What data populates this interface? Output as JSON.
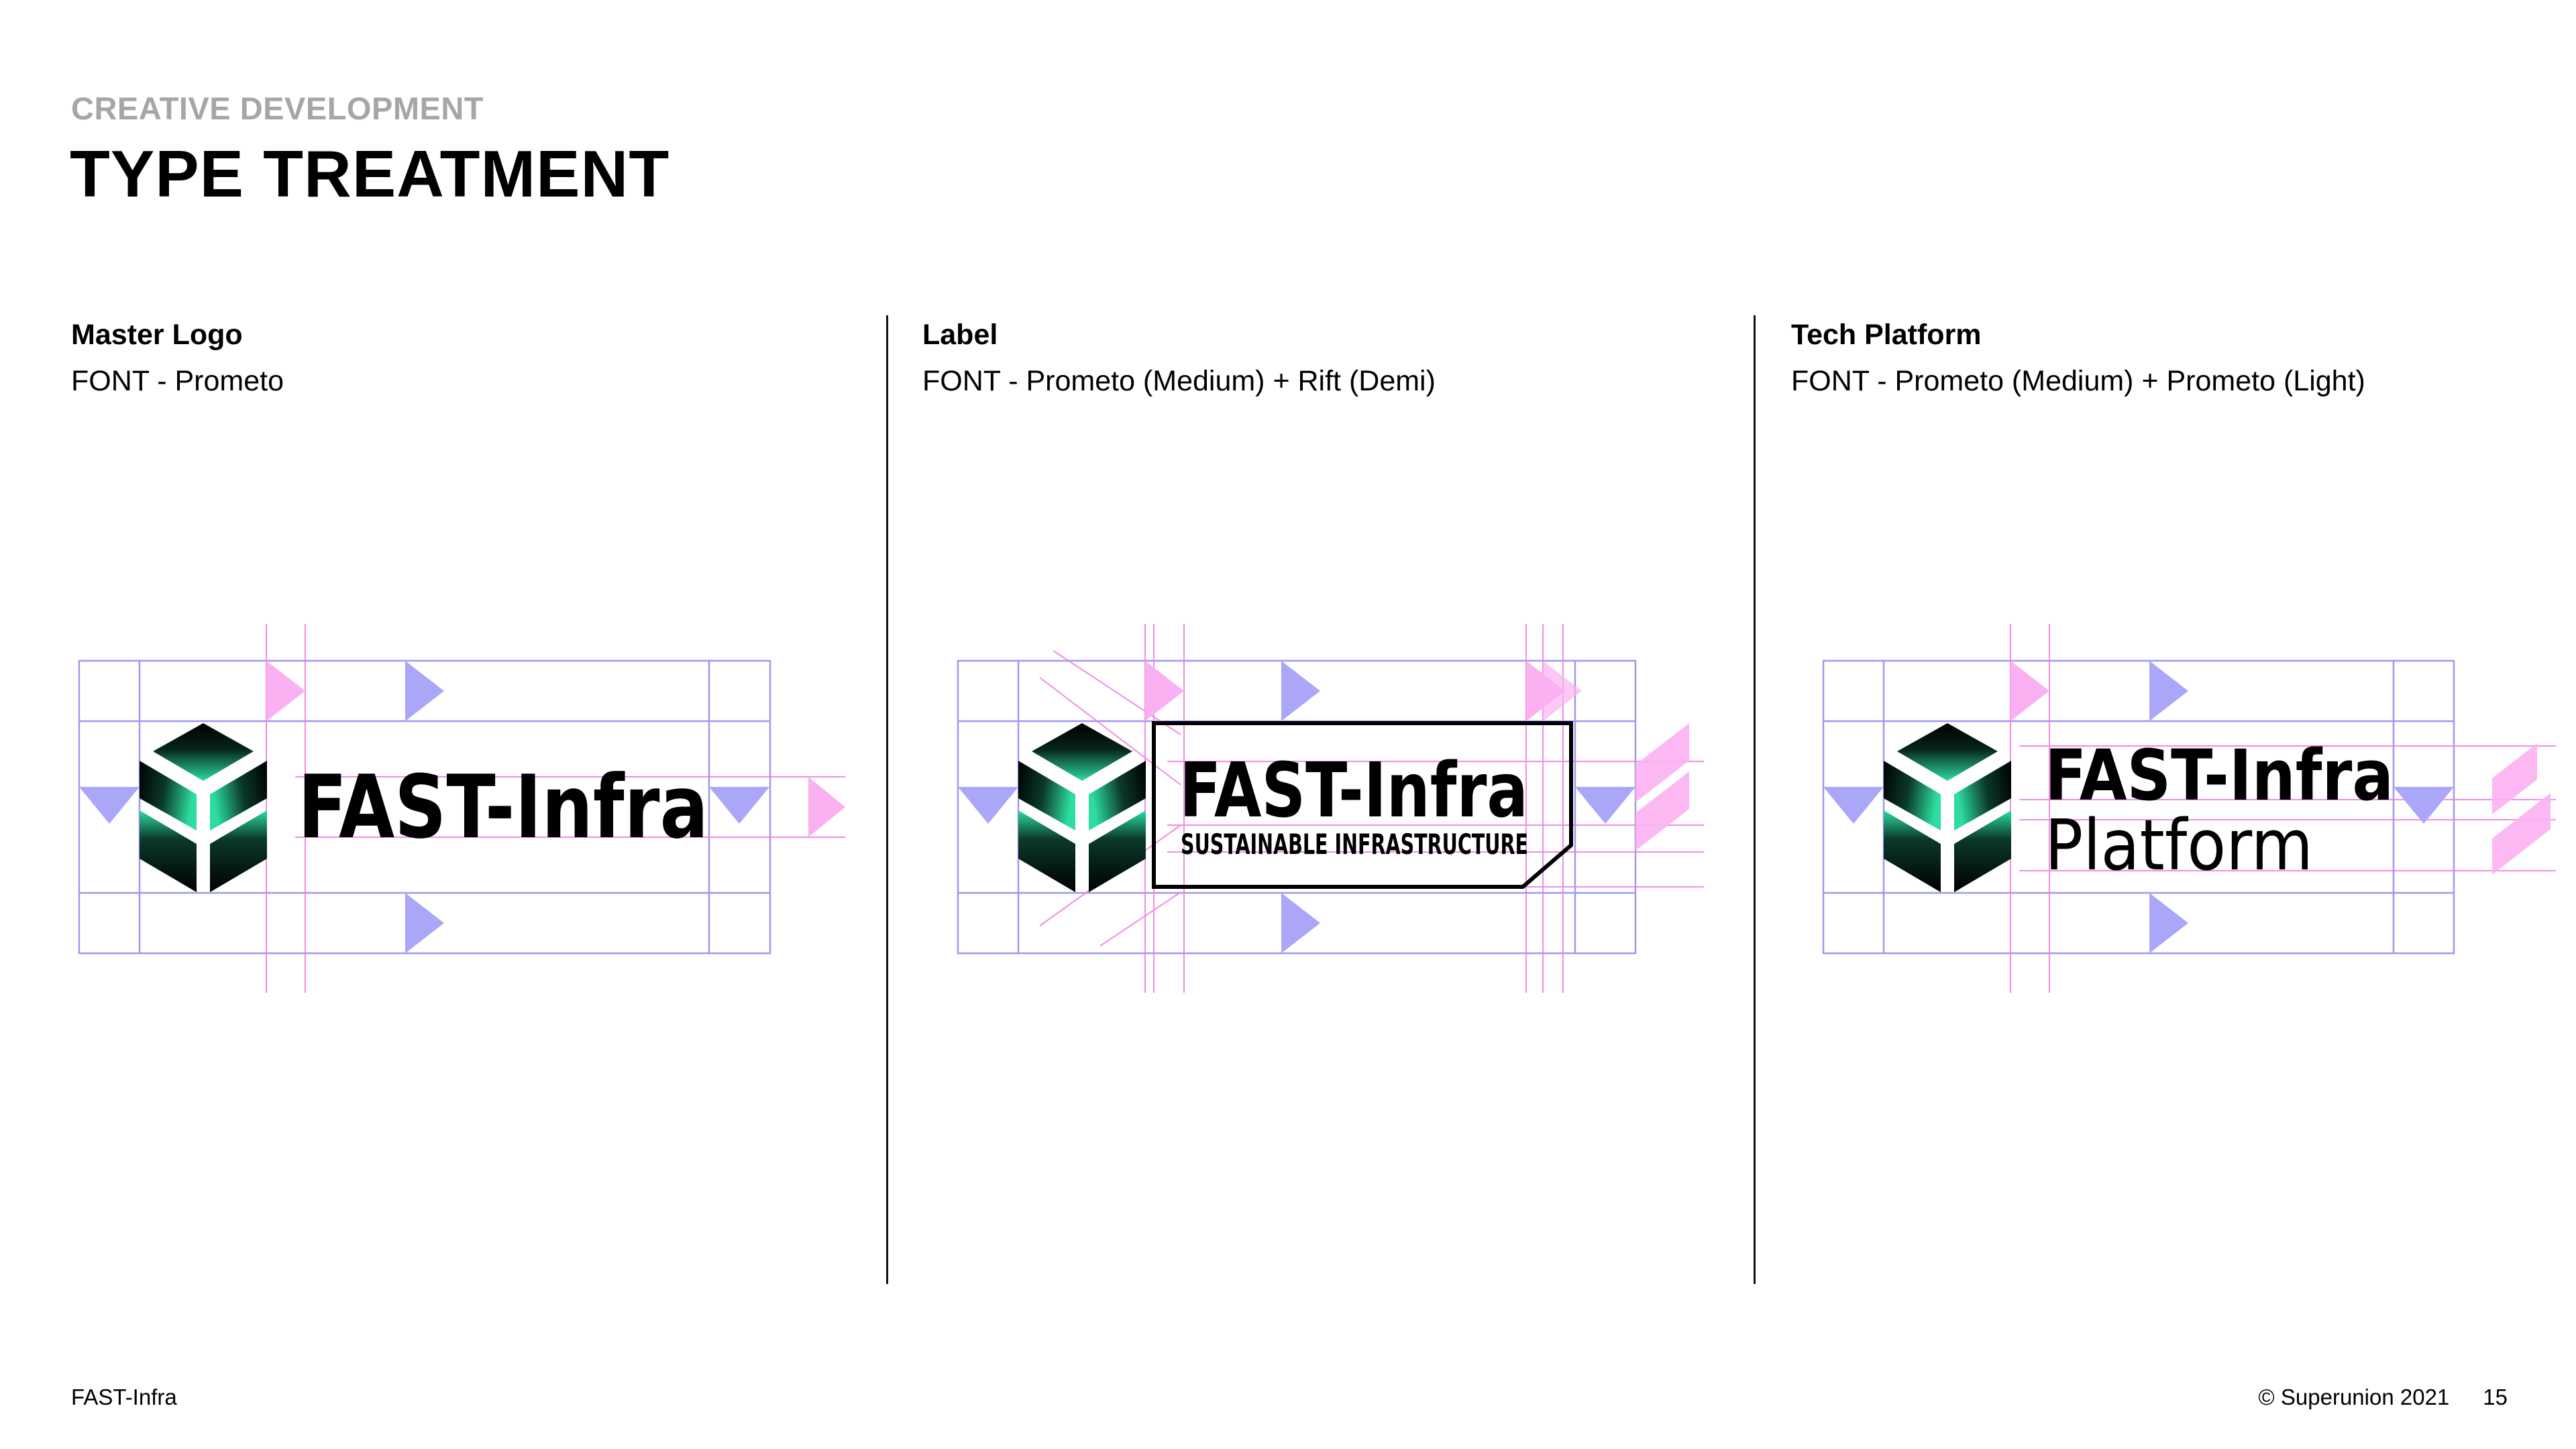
{
  "header": {
    "eyebrow": "CREATIVE DEVELOPMENT",
    "title": "TYPE TREATMENT"
  },
  "columns": [
    {
      "heading": "Master Logo",
      "font": "FONT - Prometo",
      "logo": {
        "wordmark": "FAST-Infra"
      }
    },
    {
      "heading": "Label",
      "font": "FONT - Prometo (Medium) + Rift (Demi)",
      "logo": {
        "wordmark": "FAST-Infra",
        "tagline": "SUSTAINABLE INFRASTRUCTURE"
      }
    },
    {
      "heading": "Tech Platform",
      "font": "FONT - Prometo (Medium) + Prometo (Light)",
      "logo": {
        "wordmark": "FAST-Infra",
        "subline": "Platform"
      }
    }
  ],
  "footer": {
    "brand": "FAST-Infra",
    "copyright": "© Superunion 2021",
    "page_number": "15"
  },
  "colors": {
    "guide_purple": "#9f97f1",
    "guide_pink": "#f277e3",
    "triangle_purple": "#aaa7f8",
    "triangle_pink": "#fbb0f1",
    "icon_green": "#2ddc9e",
    "icon_black": "#000000",
    "eyebrow_gray": "#a6a6a6"
  },
  "icons": [
    "cube-logo-icon",
    "spacing-triangle-icon"
  ]
}
